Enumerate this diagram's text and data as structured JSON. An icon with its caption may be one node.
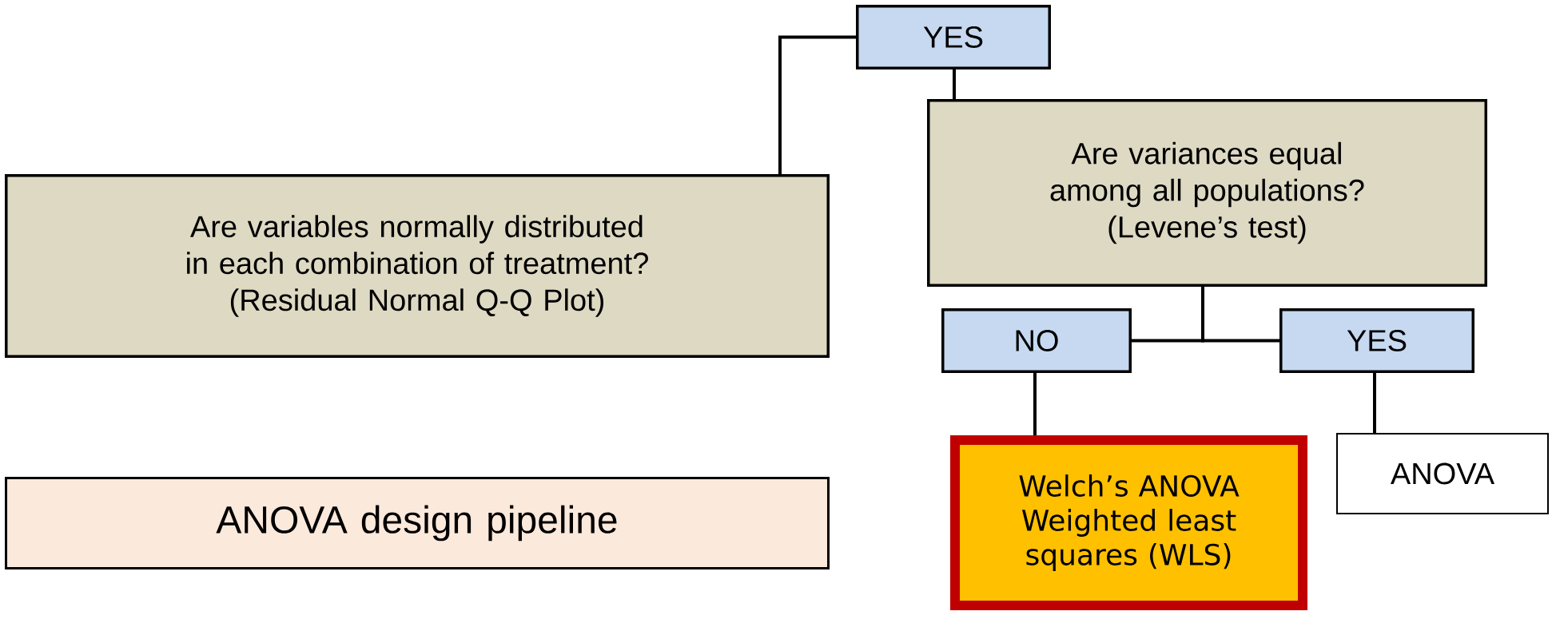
{
  "diagram": {
    "nodes": [
      {
        "text": [
          "ANOVA design pipeline"
        ]
      },
      {
        "text": [
          "Are variables normally distributed in each combination of treatment?",
          "(Residual Normal Q-Q Plot)"
        ]
      },
      {
        "text": [
          "YES"
        ]
      },
      {
        "text": [
          "Are variances equal among all populations?",
          "(Levene’s test)"
        ]
      },
      {
        "text": [
          "NO"
        ]
      },
      {
        "text": [
          "YES"
        ]
      },
      {
        "text": [
          "Welch’s ANOVA",
          "Weighted least squares (WLS)"
        ]
      },
      {
        "text": [
          "ANOVA"
        ]
      }
    ],
    "edges": [
      {
        "from": 1,
        "to": 2,
        "arrow": "none"
      },
      {
        "from": 2,
        "to": 3,
        "arrow": "none"
      },
      {
        "from": 3,
        "to": 4,
        "arrow": "none"
      },
      {
        "from": 3,
        "to": 5,
        "arrow": "none"
      },
      {
        "from": 4,
        "to": 6,
        "arrow": "none"
      },
      {
        "from": 5,
        "to": 7,
        "arrow": "none"
      }
    ]
  }
}
